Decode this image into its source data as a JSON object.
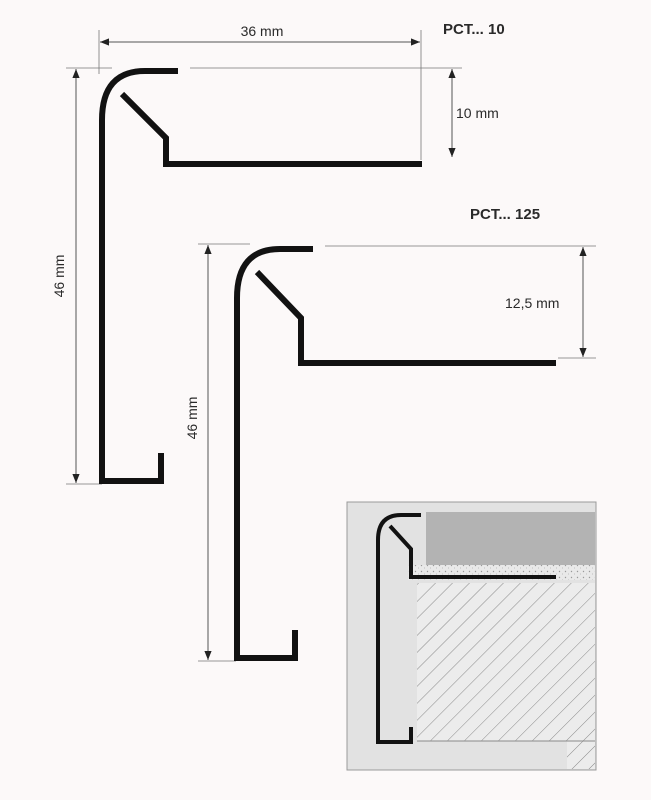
{
  "profiles": [
    {
      "code": "PCT... 10",
      "width_dimension": "36 mm",
      "height_dimension": "46 mm",
      "step_dimension": "10 mm"
    },
    {
      "code": "PCT... 125",
      "height_dimension": "46 mm",
      "step_dimension": "12,5 mm"
    }
  ],
  "colors": {
    "background": "#fcf9f9",
    "profile_stroke": "#121212",
    "inset_background": "#e2e2e2",
    "tile": "#b3b3b3",
    "substrate": "#e6e6e6"
  },
  "icons": {
    "inset": "installation-cross-section-icon"
  }
}
